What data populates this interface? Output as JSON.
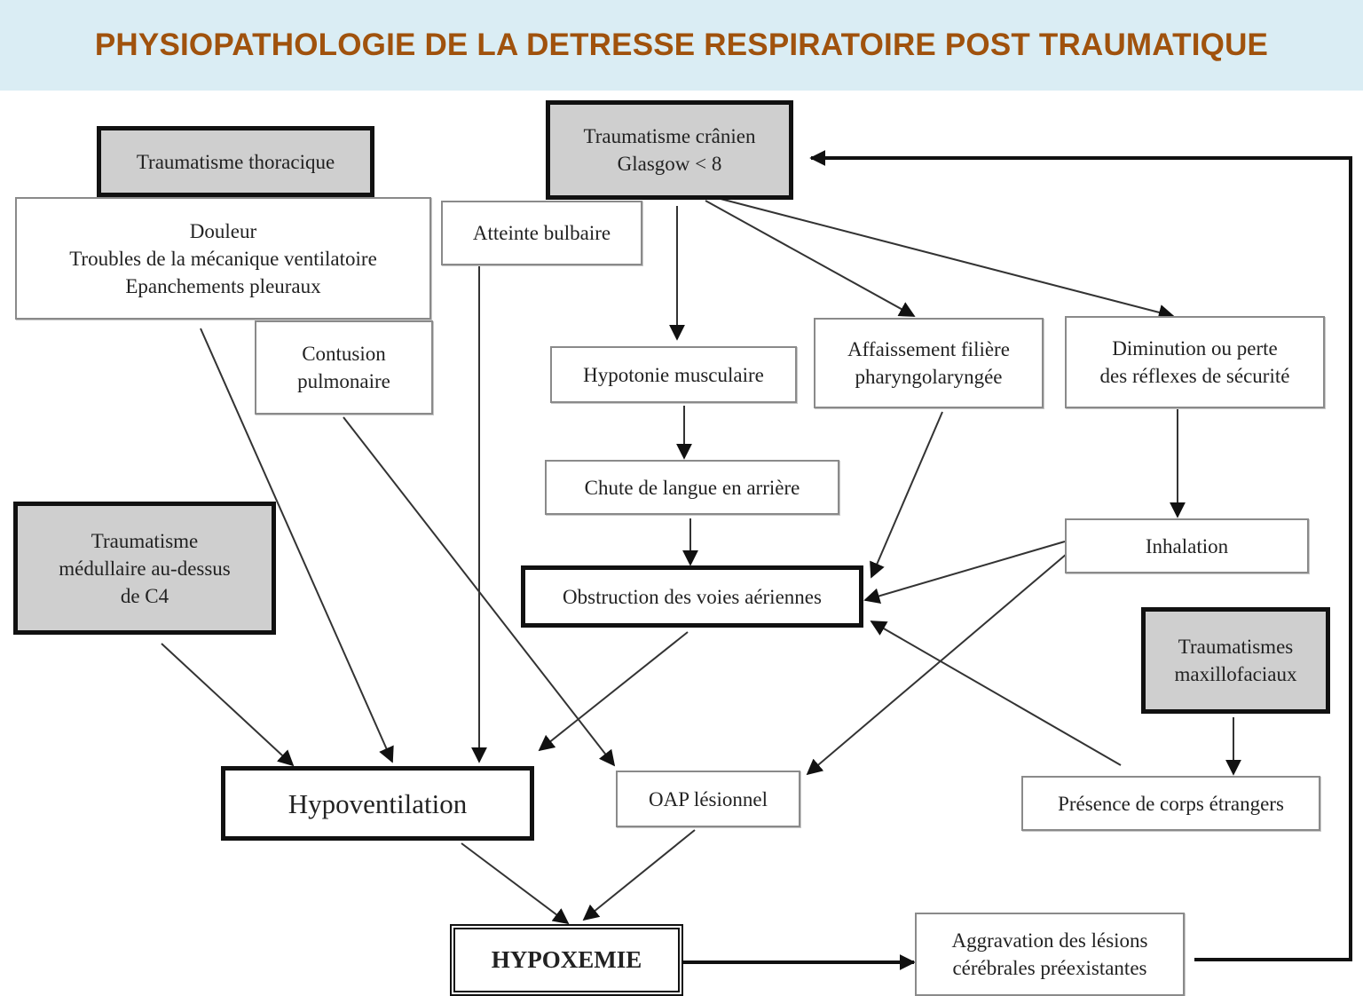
{
  "title": "PHYSIOPATHOLOGIE DE LA DETRESSE RESPIRATOIRE POST TRAUMATIQUE",
  "nodes": {
    "trauma_thoracique": "Traumatisme thoracique",
    "douleur": "Douleur\nTroubles de la mécanique ventilatoire\nEpanchements pleuraux",
    "trauma_cranien": "Traumatisme crânien\nGlasgow < 8",
    "atteinte_bulbaire": "Atteinte bulbaire",
    "contusion": "Contusion\npulmonaire",
    "hypotonie": "Hypotonie musculaire",
    "affaissement": "Affaissement filière\npharyngolaryngée",
    "diminution": "Diminution ou perte\ndes réflexes de sécurité",
    "chute_langue": "Chute de langue en arrière",
    "inhalation": "Inhalation",
    "trauma_medullaire": "Traumatisme\nmédullaire au-dessus\nde C4",
    "obstruction": "Obstruction des voies aériennes",
    "trauma_maxillo": "Traumatismes\nmaxillofaciaux",
    "hypoventilation": "Hypoventilation",
    "oap": "OAP lésionnel",
    "corps_etrangers": "Présence de corps étrangers",
    "hypoxemie": "HYPOXEMIE",
    "aggravation": "Aggravation des lésions\ncérébrales préexistantes"
  }
}
